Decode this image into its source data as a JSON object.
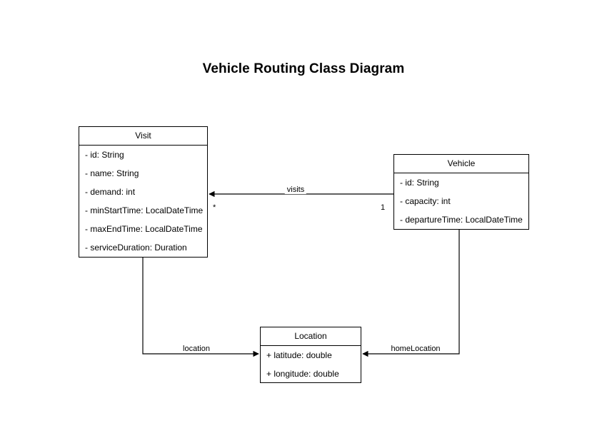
{
  "diagram": {
    "title": "Vehicle Routing Class Diagram",
    "type": "uml-class-diagram",
    "background_color": "#ffffff",
    "line_color": "#000000",
    "text_color": "#000000",
    "classes": [
      {
        "name": "Visit",
        "attributes": [
          "- id: String",
          "- name: String",
          "- demand: int",
          "- minStartTime: LocalDateTime",
          "- maxEndTime: LocalDateTime",
          "- serviceDuration: Duration"
        ]
      },
      {
        "name": "Vehicle",
        "attributes": [
          "- id: String",
          "- capacity: int",
          "- departureTime: LocalDateTime"
        ]
      },
      {
        "name": "Location",
        "attributes": [
          "+ latitude: double",
          "+ longitude: double"
        ]
      }
    ],
    "relationships": [
      {
        "label": "visits",
        "from": "Vehicle",
        "to": "Visit",
        "source_multiplicity": "1",
        "target_multiplicity": "*"
      },
      {
        "label": "location",
        "from": "Visit",
        "to": "Location",
        "source_multiplicity": "",
        "target_multiplicity": ""
      },
      {
        "label": "homeLocation",
        "from": "Vehicle",
        "to": "Location",
        "source_multiplicity": "",
        "target_multiplicity": ""
      }
    ]
  }
}
